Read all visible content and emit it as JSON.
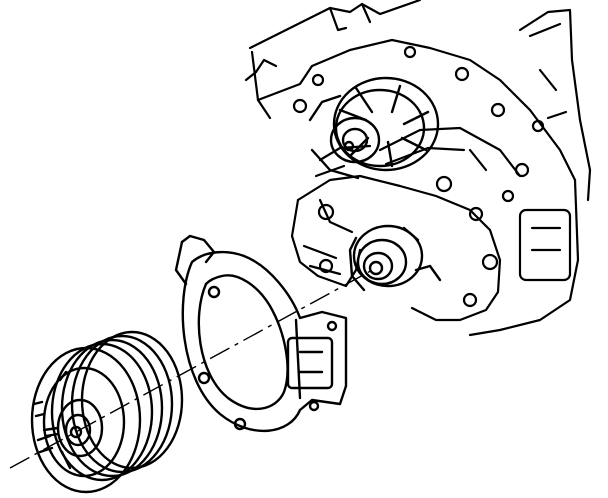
{
  "diagram": {
    "colors": {
      "ink": "#000000",
      "background": "#ffffff"
    },
    "parts": [
      {
        "id": "engine-block",
        "icon": "engine-icon"
      },
      {
        "id": "water-pump-pulley",
        "icon": "pulley-icon"
      },
      {
        "id": "crankshaft-nose-seal",
        "icon": "seal-icon"
      },
      {
        "id": "front-cover-gasket",
        "icon": "gasket-icon"
      },
      {
        "id": "crankshaft-balancer-pulley",
        "icon": "pulley-icon"
      }
    ]
  }
}
